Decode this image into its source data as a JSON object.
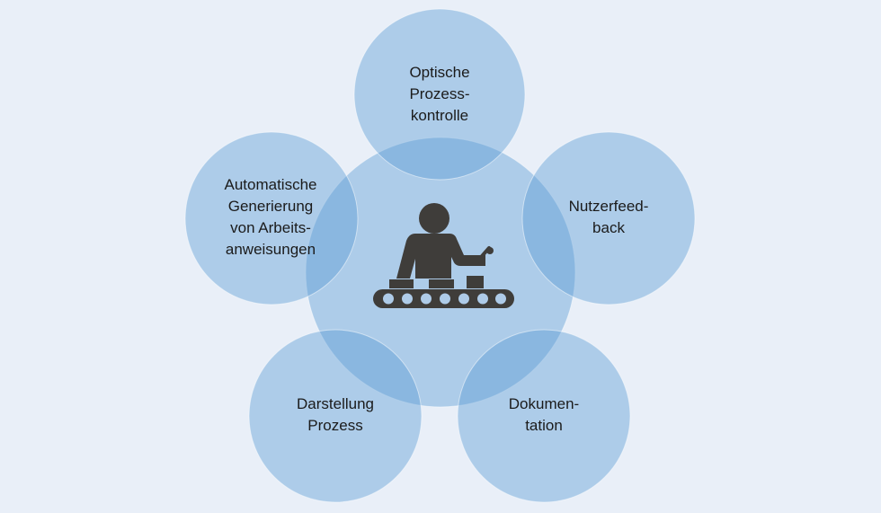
{
  "diagram": {
    "center_icon": "worker-at-conveyor-icon",
    "circles": [
      {
        "id": "top",
        "lines": [
          "Optische",
          "Prozess-",
          "kontrolle"
        ]
      },
      {
        "id": "right",
        "lines": [
          "Nutzerfeed-",
          "back"
        ]
      },
      {
        "id": "bottom-right",
        "lines": [
          "Dokumen-",
          "tation"
        ]
      },
      {
        "id": "bottom-left",
        "lines": [
          "Darstellung",
          "Prozess"
        ]
      },
      {
        "id": "left",
        "lines": [
          "Automatische",
          "Generierung",
          "von Arbeits-",
          "anweisungen"
        ]
      }
    ],
    "colors": {
      "background": "#e9eff8",
      "circle": "#5b9bd5",
      "icon": "#3f3d3a",
      "text": "#1b1b1b"
    }
  }
}
